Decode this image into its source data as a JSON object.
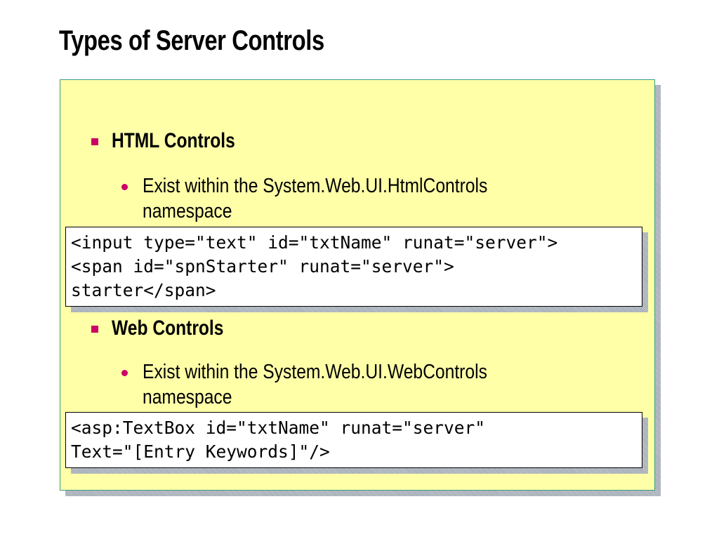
{
  "slide": {
    "title": "Types of Server Controls"
  },
  "sections": [
    {
      "heading": "HTML Controls",
      "detail_lines": [
        "Exist within the System.Web.UI.HtmlControls",
        "namespace"
      ],
      "code_lines": [
        "<input type=\"text\" id=\"txtName\" runat=\"server\">",
        "<span id=\"spnStarter\" runat=\"server\">",
        "starter</span>"
      ]
    },
    {
      "heading": "Web Controls",
      "detail_lines": [
        "Exist within the System.Web.UI.WebControls",
        "namespace"
      ],
      "code_lines": [
        "<asp:TextBox id=\"txtName\" runat=\"server\"",
        "Text=\"[Entry Keywords]\"/>"
      ]
    }
  ],
  "colors": {
    "panel_background": "#ffffa8",
    "panel_border": "#3a9a8a",
    "bullet": "#cc0066"
  },
  "icons": {
    "level1_bullet": "square-bullet-icon",
    "level2_bullet": "dot-bullet-icon"
  }
}
